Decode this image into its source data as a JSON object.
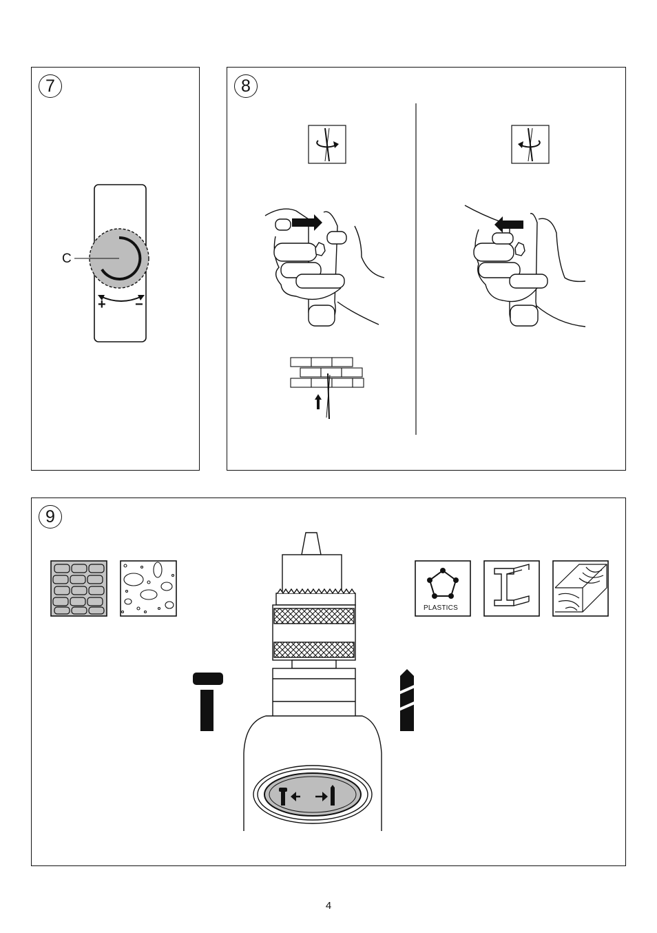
{
  "figures": {
    "fig7": {
      "number": "7",
      "dial_label": "C",
      "plus": "+",
      "minus": "−"
    },
    "fig8": {
      "number": "8"
    },
    "fig9": {
      "number": "9",
      "plastics_label": "PLASTICS"
    }
  },
  "page_number": "4",
  "icons": [
    "rotation-clockwise-icon",
    "rotation-counterclockwise-icon",
    "brick-wall-icon",
    "concrete-icon",
    "plastics-icon",
    "steel-beam-icon",
    "wood-icon",
    "hammer-mode-icon",
    "drill-mode-icon"
  ]
}
